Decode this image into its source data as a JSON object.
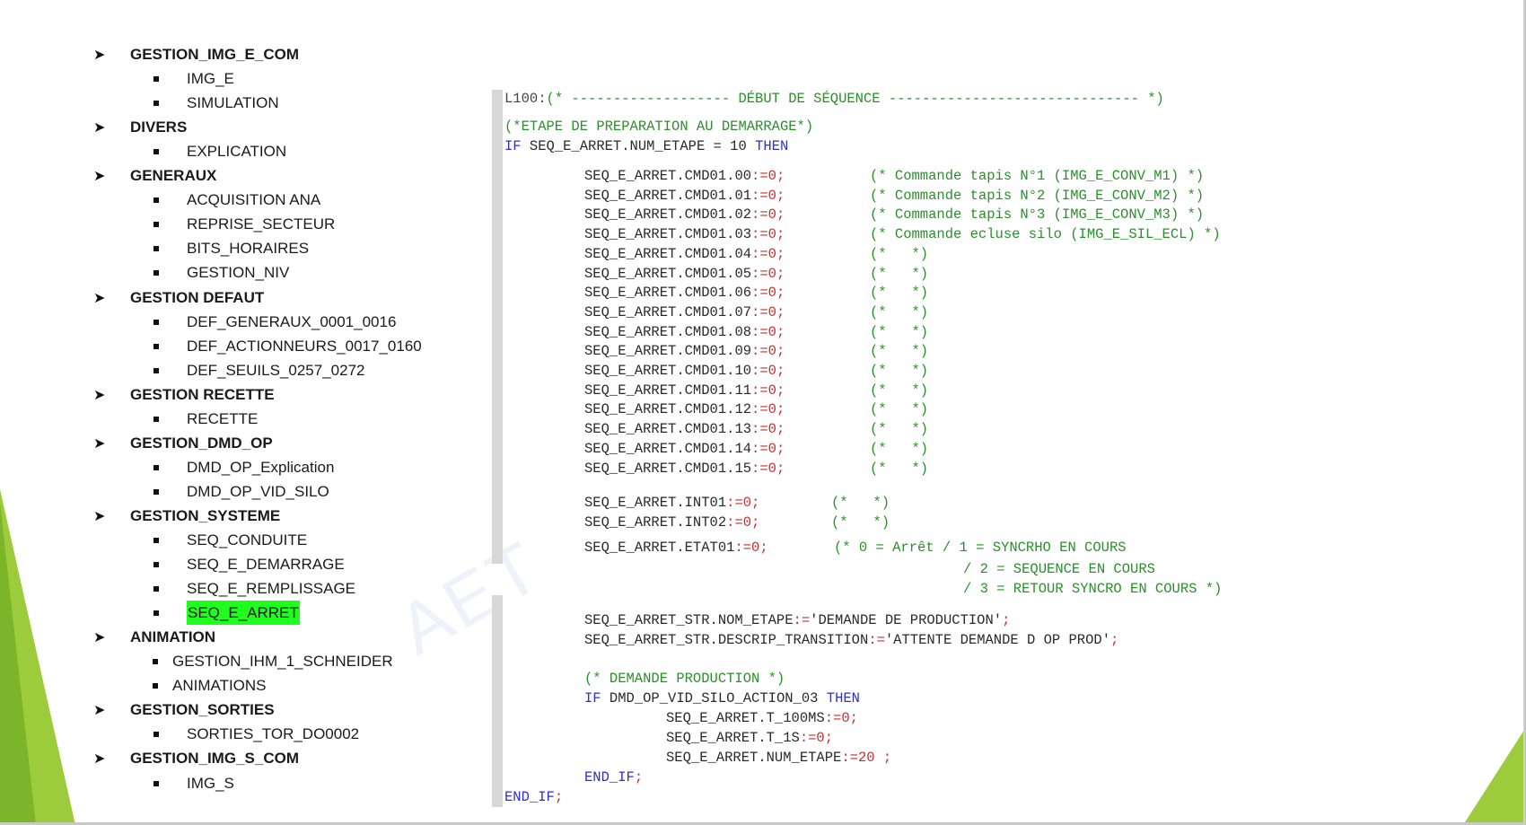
{
  "tree": [
    {
      "label": "GESTION_IMG_E_COM",
      "children": [
        "IMG_E",
        "SIMULATION"
      ]
    },
    {
      "label": "DIVERS",
      "children": [
        "EXPLICATION"
      ]
    },
    {
      "label": "GENERAUX",
      "children": [
        "ACQUISITION ANA",
        "REPRISE_SECTEUR",
        "BITS_HORAIRES",
        "GESTION_NIV"
      ]
    },
    {
      "label": "GESTION DEFAUT",
      "children": [
        "DEF_GENERAUX_0001_0016",
        "DEF_ACTIONNEURS_0017_0160",
        "DEF_SEUILS_0257_0272"
      ]
    },
    {
      "label": "GESTION RECETTE",
      "children": [
        "RECETTE"
      ]
    },
    {
      "label": "GESTION_DMD_OP",
      "children": [
        "DMD_OP_Explication",
        "DMD_OP_VID_SILO"
      ]
    },
    {
      "label": "GESTION_SYSTEME",
      "children": [
        "SEQ_CONDUITE",
        "SEQ_E_DEMARRAGE",
        "SEQ_E_REMPLISSAGE",
        "SEQ_E_ARRET"
      ]
    },
    {
      "label": "ANIMATION",
      "children": [
        "GESTION_IHM_1_SCHNEIDER",
        "ANIMATIONS"
      ]
    },
    {
      "label": "GESTION_SORTIES",
      "children": [
        "SORTIES_TOR_DO0002"
      ]
    },
    {
      "label": "GESTION_IMG_S_COM",
      "children": [
        "IMG_S"
      ]
    }
  ],
  "selected_item": "SEQ_E_ARRET",
  "watermark": "AET",
  "code": {
    "header_label": "L100:",
    "header_comment": "(* ------------------- DÉBUT DE SÉQUENCE ------------------------------ *)",
    "prep_comment": "(*ETAPE DE PREPARATION AU DEMARRAGE*)",
    "if_kw": "IF",
    "if_cond": " SEQ_E_ARRET.NUM_ETAPE = 10 ",
    "then_kw": "THEN",
    "cmd_prefix": "SEQ_E_ARRET.CMD01.",
    "cmd_suffix": ":=0;",
    "cmds": [
      {
        "n": "00",
        "c": "(* Commande tapis N°1 (IMG_E_CONV_M1) *)"
      },
      {
        "n": "01",
        "c": "(* Commande tapis N°2 (IMG_E_CONV_M2) *)"
      },
      {
        "n": "02",
        "c": "(* Commande tapis N°3 (IMG_E_CONV_M3) *)"
      },
      {
        "n": "03",
        "c": "(* Commande ecluse silo (IMG_E_SIL_ECL) *)"
      },
      {
        "n": "04",
        "c": "(*   *)"
      },
      {
        "n": "05",
        "c": "(*   *)"
      },
      {
        "n": "06",
        "c": "(*   *)"
      },
      {
        "n": "07",
        "c": "(*   *)"
      },
      {
        "n": "08",
        "c": "(*   *)"
      },
      {
        "n": "09",
        "c": "(*   *)"
      },
      {
        "n": "10",
        "c": "(*   *)"
      },
      {
        "n": "11",
        "c": "(*   *)"
      },
      {
        "n": "12",
        "c": "(*   *)"
      },
      {
        "n": "13",
        "c": "(*   *)"
      },
      {
        "n": "14",
        "c": "(*   *)"
      },
      {
        "n": "15",
        "c": "(*   *)"
      }
    ],
    "int1": "SEQ_E_ARRET.INT01",
    "int2": "SEQ_E_ARRET.INT02",
    "int_assign": ":=0;",
    "int_comment": "(*   *)",
    "etat": "SEQ_E_ARRET.ETAT01",
    "etat_assign": ":=0;",
    "etat_c1": "(* 0 = Arrêt / 1 = SYNCRHO EN COURS",
    "etat_c2": "/ 2 = SEQUENCE EN COURS",
    "etat_c3": "/ 3 = RETOUR SYNCRO EN COURS *)",
    "str1_var": "SEQ_E_ARRET_STR.NOM_ETAPE",
    "str1_op": ":=",
    "str1_val": "'DEMANDE DE PRODUCTION'",
    "str2_var": "SEQ_E_ARRET_STR.DESCRIP_TRANSITION",
    "str2_op": ":=",
    "str2_val": "'ATTENTE DEMANDE D OP PROD'",
    "semi": ";",
    "dmd_comment": "(* DEMANDE PRODUCTION *)",
    "if2_cond": " DMD_OP_VID_SILO_ACTION_03 ",
    "t100_var": "SEQ_E_ARRET.T_100MS",
    "t100_assign": ":=0;",
    "t1s_var": "SEQ_E_ARRET.T_1S",
    "t1s_assign": ":=0;",
    "num_var": "SEQ_E_ARRET.NUM_ETAPE",
    "num_assign": ":=20 ;",
    "end_if": "END_IF",
    "end_semi": ";"
  }
}
